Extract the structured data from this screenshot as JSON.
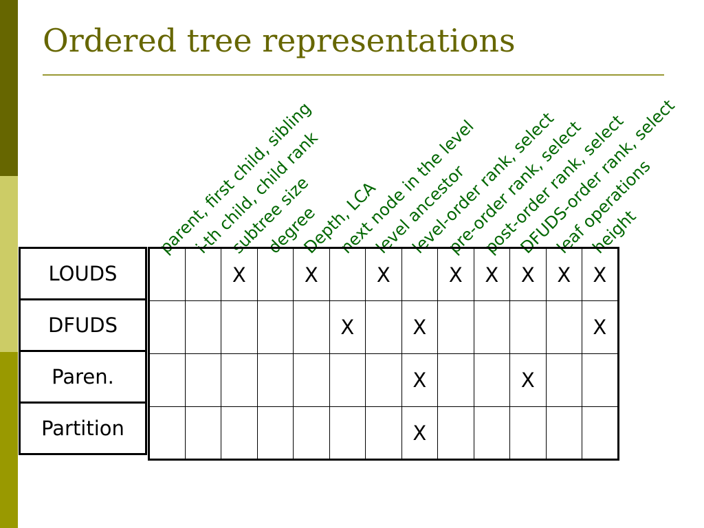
{
  "title": "Ordered tree representations",
  "columns": [
    "parent, first child, sibling",
    "i-th child, child rank",
    "subtree size",
    "degree",
    "Depth, LCA",
    "next node in the level",
    "level ancestor",
    "level-order rank, select",
    "pre-order rank, select",
    "post-order rank, select",
    "DFUDS-order rank, select",
    "leaf operations",
    "height"
  ],
  "rows": [
    {
      "label": "LOUDS",
      "cells": [
        "",
        "",
        "X",
        "",
        "X",
        "",
        "X",
        "",
        "X",
        "X",
        "X",
        "X",
        "X"
      ]
    },
    {
      "label": "DFUDS",
      "cells": [
        "",
        "",
        "",
        "",
        "",
        "X",
        "",
        "X",
        "",
        "",
        "",
        "",
        "X"
      ]
    },
    {
      "label": "Paren.",
      "cells": [
        "",
        "",
        "",
        "",
        "",
        "",
        "",
        "X",
        "",
        "",
        "X",
        "",
        ""
      ]
    },
    {
      "label": "Partition",
      "cells": [
        "",
        "",
        "",
        "",
        "",
        "",
        "",
        "X",
        "",
        "",
        "",
        "",
        ""
      ]
    }
  ],
  "colors": {
    "title": "#666600",
    "column_labels": "#006600",
    "sidebar": [
      "#666600",
      "#cccc66",
      "#999900"
    ]
  }
}
